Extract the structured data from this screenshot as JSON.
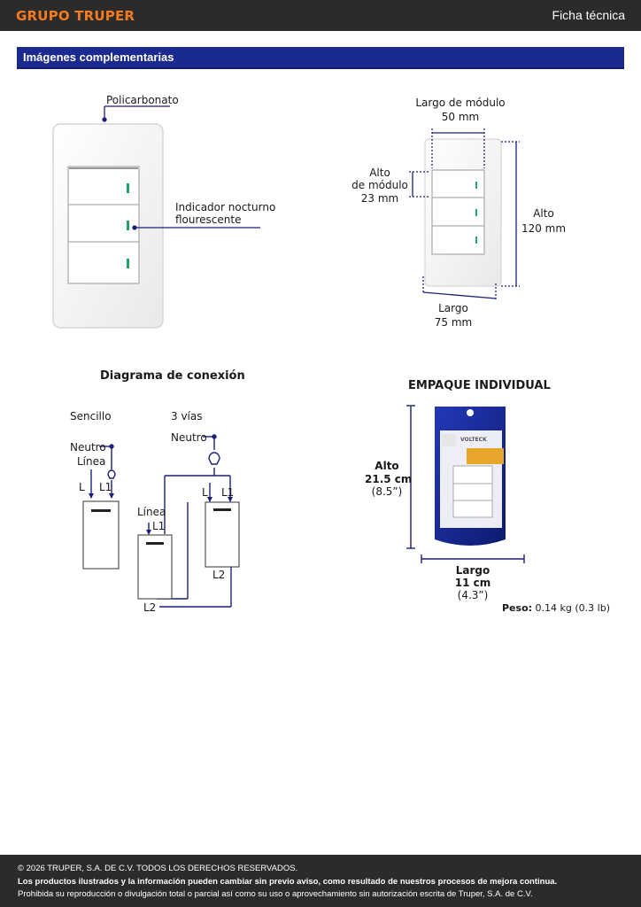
{
  "header": {
    "brand": "GRUPO TRUPER",
    "doc_type": "Ficha técnica"
  },
  "section": {
    "title": "Imágenes complementarias"
  },
  "product_callouts": {
    "material": "Policarbonato",
    "indicator_line1": "Indicador nocturno",
    "indicator_line2": "flourescente"
  },
  "dimensions": {
    "module_width_label": "Largo de módulo",
    "module_width_value": "50 mm",
    "module_height_line1": "Alto",
    "module_height_line2": "de módulo",
    "module_height_value": "23 mm",
    "height_label": "Alto",
    "height_value": "120 mm",
    "length_label": "Largo",
    "length_value": "75 mm"
  },
  "wiring": {
    "title": "Diagrama de conexión",
    "single_label": "Sencillo",
    "threeway_label": "3 vías",
    "neutral": "Neutro",
    "line": "Línea",
    "L": "L",
    "L1": "L1",
    "L2": "L2"
  },
  "package": {
    "title": "EMPAQUE INDIVIDUAL",
    "brand_on_pack": "VOLTECK",
    "height_label": "Alto",
    "height_cm": "21.5 cm",
    "height_in": "(8.5”)",
    "length_label": "Largo",
    "length_cm": "11 cm",
    "length_in": "(4.3”)",
    "weight_label": "Peso:",
    "weight_value": "0.14 kg (0.3 lb)"
  },
  "footer": {
    "copyright": "© 2026 TRUPER, S.A. DE C.V. TODOS LOS DERECHOS RESERVADOS.",
    "notice": "Los productos ilustrados y la información pueden cambiar sin previo aviso, como resultado de nuestros procesos de mejora continua.",
    "prohibition": "Prohibida su reproducción o divulgación total o parcial así como su uso o aprovechamiento sin autorización escrita de Truper, S.A. de C.V."
  },
  "colors": {
    "brand_orange": "#f47b20",
    "section_blue": "#1b2a8f",
    "dimension_navy": "#1c1f7a",
    "indicator_green": "#1fa36a",
    "header_dark": "#2b2b2b"
  }
}
